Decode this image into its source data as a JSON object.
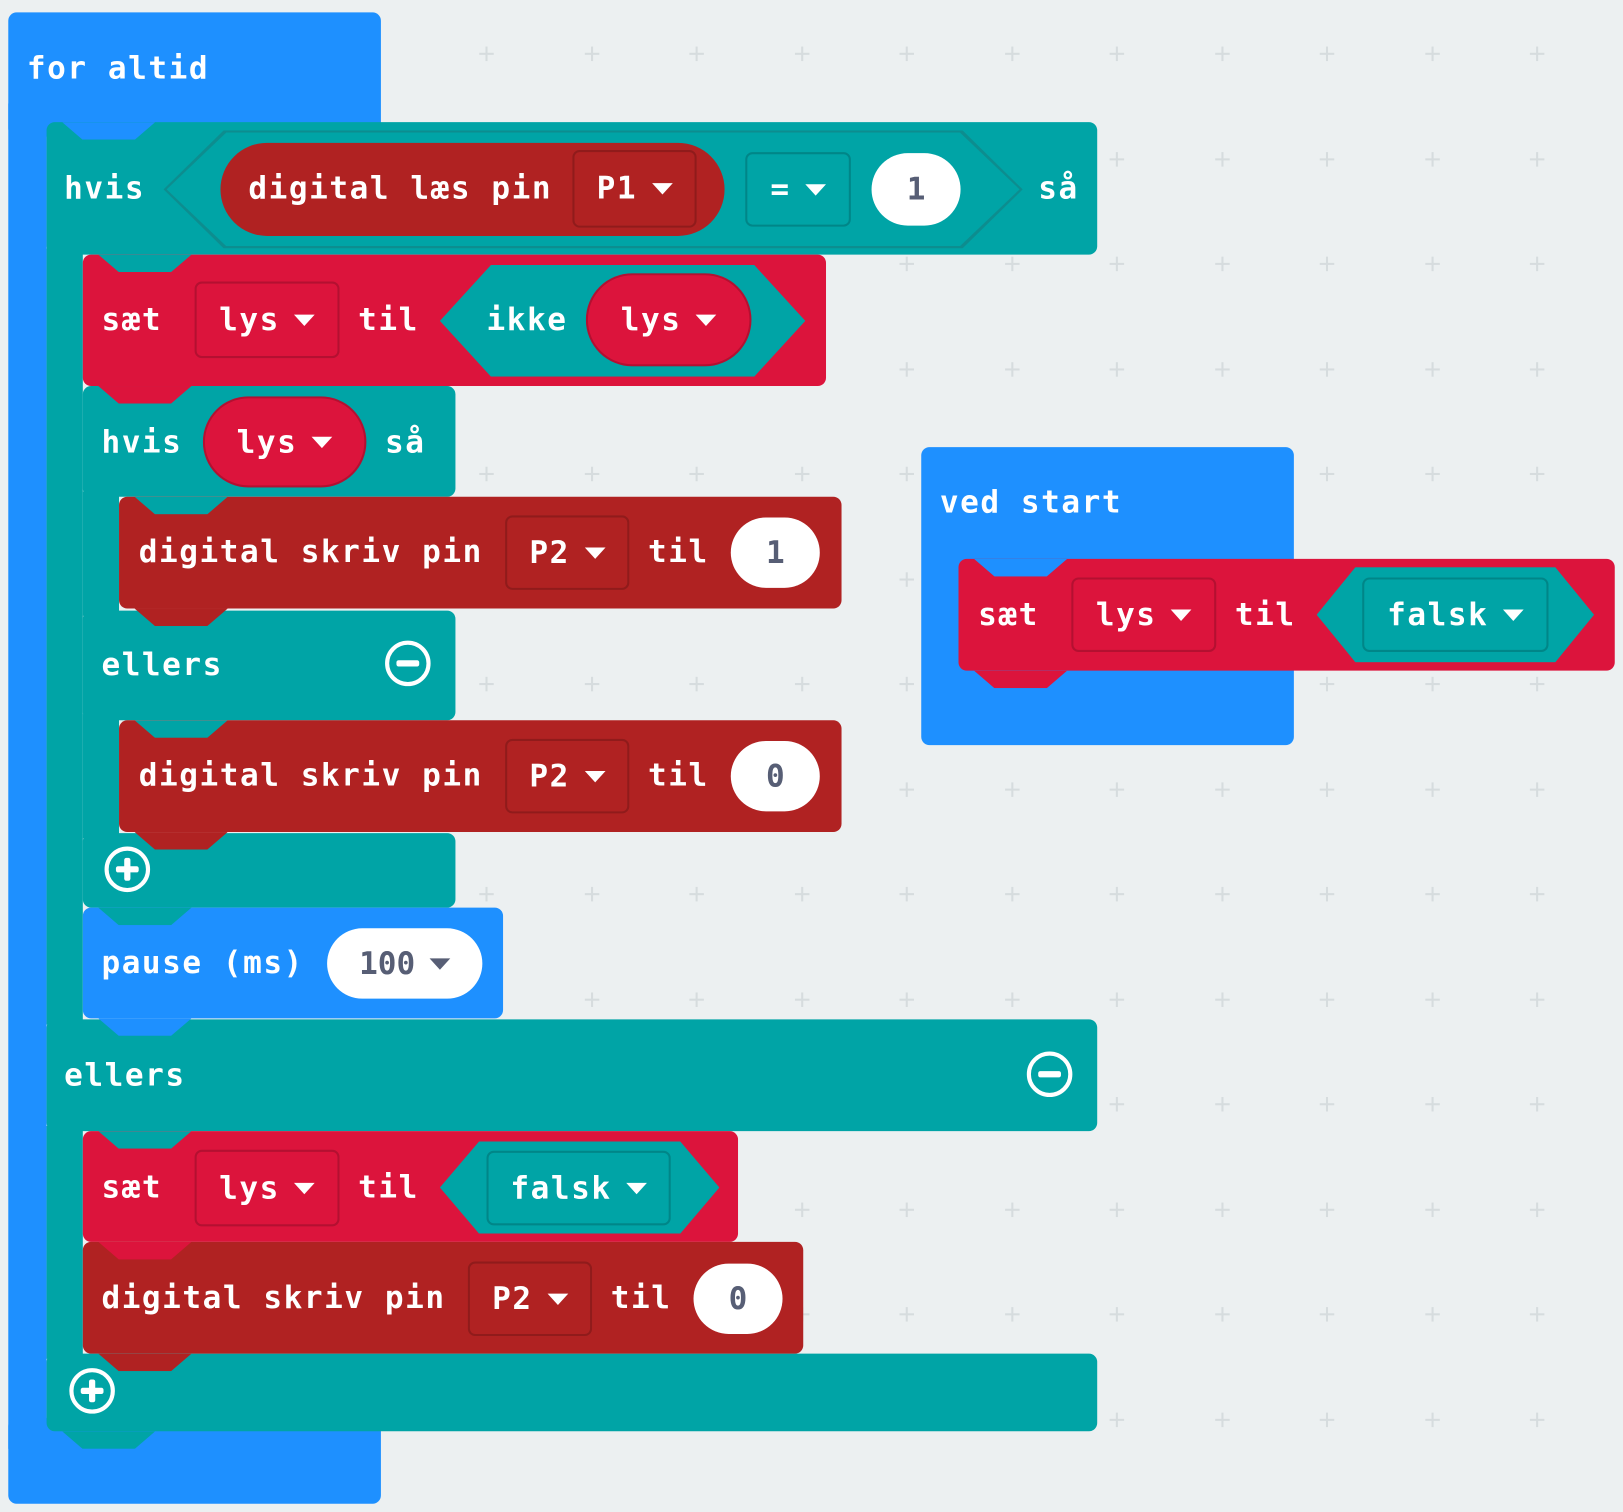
{
  "forever": {
    "label": "for altid"
  },
  "if_outer": {
    "if": "hvis",
    "then": "så",
    "else": "ellers",
    "condition": {
      "label": "digital læs pin",
      "pin": "P1",
      "operator": "=",
      "value": "1"
    }
  },
  "set1": {
    "label": "sæt",
    "var": "lys",
    "to": "til",
    "not": "ikke",
    "not_var": "lys"
  },
  "if_inner": {
    "if": "hvis",
    "var": "lys",
    "then": "så",
    "else": "ellers"
  },
  "write1": {
    "label": "digital skriv pin",
    "pin": "P2",
    "to": "til",
    "value": "1"
  },
  "write2": {
    "label": "digital skriv pin",
    "pin": "P2",
    "to": "til",
    "value": "0"
  },
  "pause": {
    "label": "pause (ms)",
    "value": "100"
  },
  "set2": {
    "label": "sæt",
    "var": "lys",
    "to": "til",
    "value": "falsk"
  },
  "write3": {
    "label": "digital skriv pin",
    "pin": "P2",
    "to": "til",
    "value": "0"
  },
  "on_start": {
    "label": "ved start",
    "set": {
      "label": "sæt",
      "var": "lys",
      "to": "til",
      "value": "falsk"
    }
  },
  "colors": {
    "loops": "#1e90ff",
    "logic": "#00a4a6",
    "variables": "#dc143c",
    "pins": "#b02222",
    "background": "#ecf0f1"
  }
}
